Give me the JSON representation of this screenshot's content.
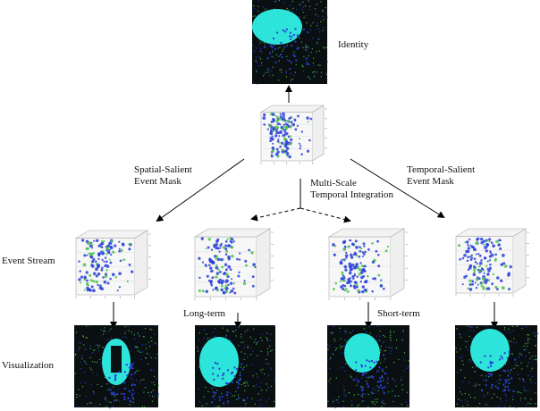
{
  "labels": {
    "identity": "Identity",
    "spatial_mask": "Spatial-Salient\nEvent Mask",
    "temporal_integration": "Multi-Scale\nTemporal Integration",
    "temporal_mask": "Temporal-Salient\nEvent Mask",
    "event_stream": "Event Stream",
    "long_term": "Long-term",
    "short_term": "Short-term",
    "visualization": "Visualization"
  },
  "colors": {
    "panel_bg": "#0a0f12",
    "cyan_blob": "#2ff0e6",
    "green_points": "#4ec34e",
    "blue_points": "#2a3fd8",
    "arrow": "#000000"
  }
}
